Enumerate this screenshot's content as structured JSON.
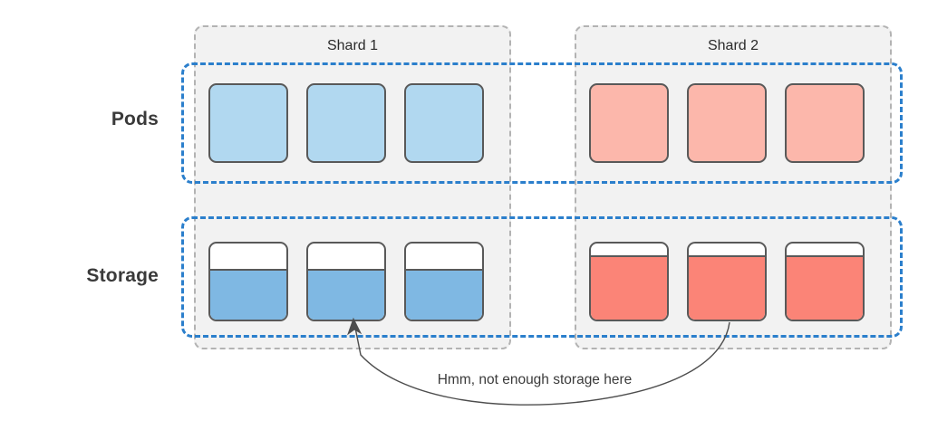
{
  "diagram": {
    "title_row_labels": {
      "pods": "Pods",
      "storage": "Storage"
    },
    "colors": {
      "pod_blue": "#b1d8f0",
      "pod_red": "#fcb7ab",
      "storage_blue": "#7fb8e3",
      "storage_red": "#fb8477",
      "shape_stroke": "#595959",
      "band_dashed": "#2b7fcc",
      "shard_background": "#f2f2f2",
      "shard_border": "#b3b3b3",
      "annotation_stroke": "#4d4d4d"
    },
    "shards": [
      {
        "name": "shard-1",
        "label": "Shard 1",
        "pod_variant": "blue",
        "storage_variant": "blue",
        "pods": [
          {
            "name": "pod-1-1"
          },
          {
            "name": "pod-1-2"
          },
          {
            "name": "pod-1-3"
          }
        ],
        "storage": [
          {
            "name": "storage-1-1",
            "fill_percent": 67
          },
          {
            "name": "storage-1-2",
            "fill_percent": 67
          },
          {
            "name": "storage-1-3",
            "fill_percent": 67
          }
        ]
      },
      {
        "name": "shard-2",
        "label": "Shard 2",
        "pod_variant": "red",
        "storage_variant": "red",
        "pods": [
          {
            "name": "pod-2-1"
          },
          {
            "name": "pod-2-2"
          },
          {
            "name": "pod-2-3"
          }
        ],
        "storage": [
          {
            "name": "storage-2-1",
            "fill_percent": 84
          },
          {
            "name": "storage-2-2",
            "fill_percent": 84
          },
          {
            "name": "storage-2-3",
            "fill_percent": 84
          }
        ]
      }
    ],
    "bands": {
      "pods_label": "Pods",
      "storage_label": "Storage"
    },
    "annotation": {
      "text": "Hmm, not enough storage here",
      "from": "storage-2-2",
      "to": "storage-1-2"
    }
  }
}
